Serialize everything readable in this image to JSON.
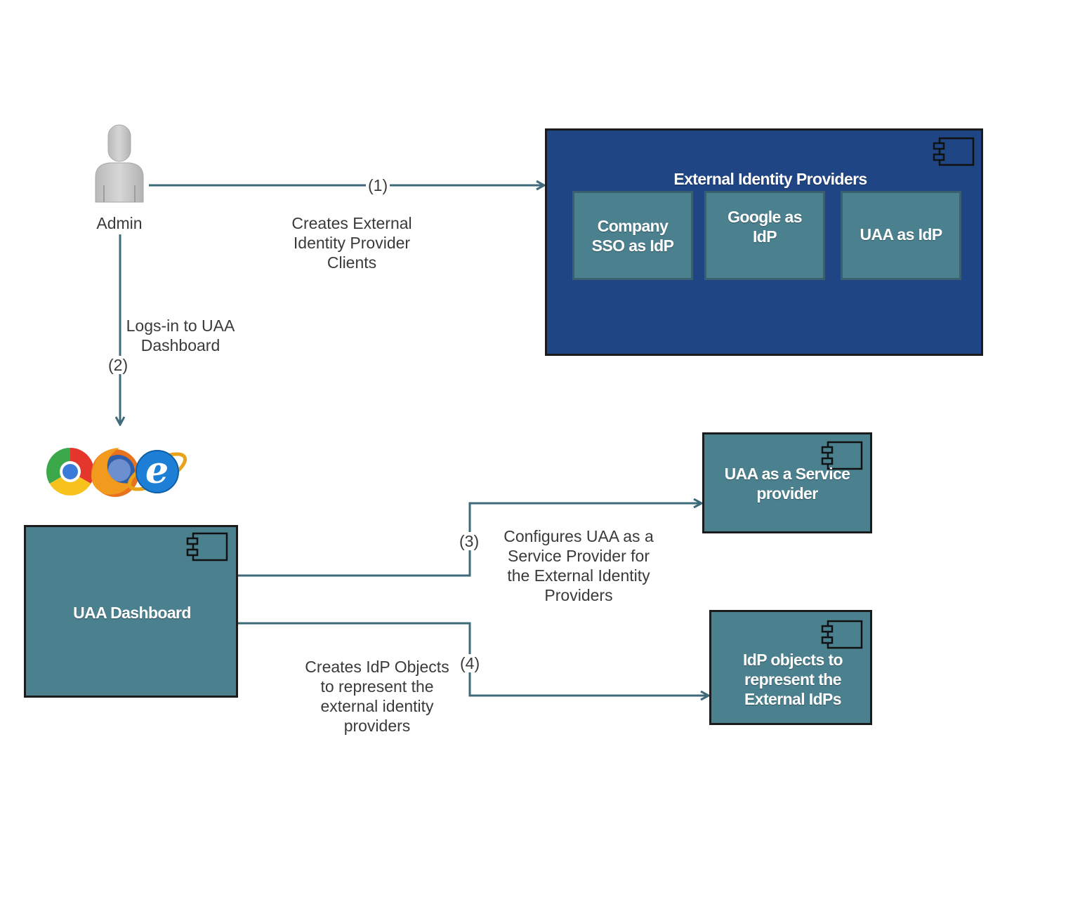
{
  "actor": {
    "label": "Admin",
    "icon": "person-icon"
  },
  "external_providers": {
    "title": "External Identity Providers",
    "items": [
      {
        "label_lines": [
          "Company",
          "SSO as IdP"
        ]
      },
      {
        "label_lines": [
          "Google as",
          "IdP"
        ]
      },
      {
        "label_lines": [
          "UAA as IdP"
        ]
      }
    ]
  },
  "browsers": {
    "icons": [
      "chrome-icon",
      "firefox-icon",
      "internet-explorer-icon"
    ]
  },
  "dashboard": {
    "title": "UAA Dashboard"
  },
  "service_provider": {
    "title_lines": [
      "UAA as a Service",
      "provider"
    ]
  },
  "idp_objects": {
    "title_lines": [
      "IdP objects to",
      "represent the",
      "External IdPs"
    ]
  },
  "edges": {
    "step1": {
      "number": "(1)",
      "label_lines": [
        "Creates External",
        "Identity Provider",
        "Clients"
      ]
    },
    "step2": {
      "number": "(2)",
      "label_lines": [
        "Logs-in to UAA",
        "Dashboard"
      ]
    },
    "step3": {
      "number": "(3)",
      "label_lines": [
        "Configures UAA as a",
        "Service Provider for",
        "the External Identity",
        "Providers"
      ]
    },
    "step4": {
      "number": "(4)",
      "label_lines": [
        "Creates IdP Objects",
        "to represent the",
        "external identity",
        "providers"
      ]
    }
  },
  "colors": {
    "teal_box": "#4b818f",
    "navy_box": "#1f4584",
    "connector": "#3e6a7a",
    "border": "#1b1b1b"
  }
}
